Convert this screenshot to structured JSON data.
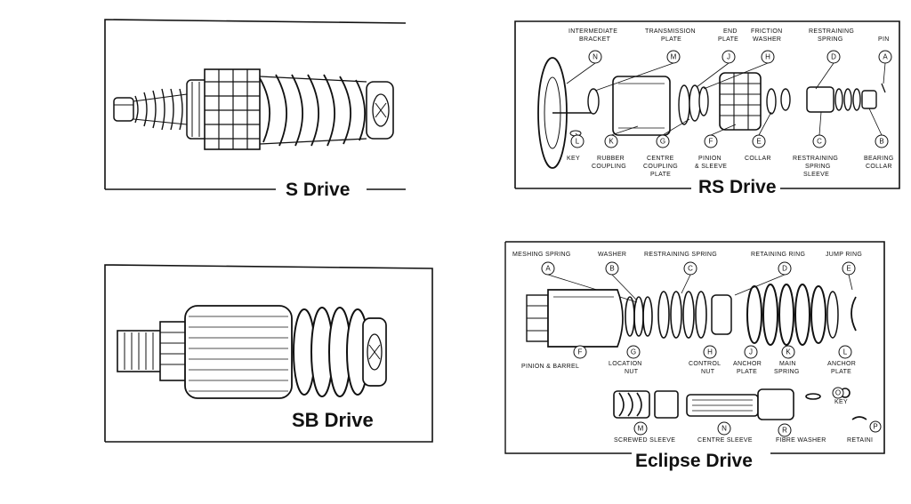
{
  "panels": {
    "s_drive": {
      "caption": "S Drive"
    },
    "sb_drive": {
      "caption": "SB Drive"
    },
    "rs_drive": {
      "caption": "RS Drive",
      "top_labels": [
        {
          "text": "INTERMEDIATE",
          "text2": "BRACKET"
        },
        {
          "text": "TRANSMISSION",
          "text2": "PLATE"
        },
        {
          "text": "END",
          "text2": "PLATE"
        },
        {
          "text": "FRICTION",
          "text2": "WASHER"
        },
        {
          "text": "RESTRAINING",
          "text2": "SPRING"
        },
        {
          "text": "PIN",
          "text2": ""
        }
      ],
      "top_letters": [
        "N",
        "M",
        "J",
        "H",
        "D",
        "A"
      ],
      "bottom_letters": [
        "L",
        "K",
        "G",
        "F",
        "E",
        "C",
        "B"
      ],
      "bottom_labels": [
        {
          "text": "KEY",
          "text2": "",
          "text3": ""
        },
        {
          "text": "RUBBER",
          "text2": "COUPLING",
          "text3": ""
        },
        {
          "text": "CENTRE",
          "text2": "COUPLING",
          "text3": "PLATE"
        },
        {
          "text": "PINION",
          "text2": "& SLEEVE",
          "text3": ""
        },
        {
          "text": "COLLAR",
          "text2": "",
          "text3": ""
        },
        {
          "text": "RESTRAINING",
          "text2": "SPRING",
          "text3": "SLEEVE"
        },
        {
          "text": "BEARING",
          "text2": "COLLAR",
          "text3": ""
        }
      ]
    },
    "eclipse_drive": {
      "caption": "Eclipse Drive",
      "top_labels": [
        "MESHING SPRING",
        "WASHER",
        "RESTRAINING SPRING",
        "RETAINING RING",
        "JUMP RING"
      ],
      "top_letters": [
        "A",
        "B",
        "C",
        "D",
        "E"
      ],
      "mid_letters": [
        "F",
        "G",
        "H",
        "J",
        "K",
        "L"
      ],
      "mid_labels": [
        {
          "text": "PINION & BARREL",
          "text2": ""
        },
        {
          "text": "LOCATION",
          "text2": "NUT"
        },
        {
          "text": "CONTROL",
          "text2": "NUT"
        },
        {
          "text": "ANCHOR",
          "text2": "PLATE"
        },
        {
          "text": "MAIN",
          "text2": "SPRING"
        },
        {
          "text": "ANCHOR",
          "text2": "PLATE"
        }
      ],
      "lower_letters": [
        "M",
        "N",
        "R",
        "O",
        "P"
      ],
      "lower_labels": [
        "SCREWED SLEEVE",
        "CENTRE SLEEVE",
        "FIBRE WASHER",
        "KEY",
        "RETAINI"
      ]
    }
  }
}
